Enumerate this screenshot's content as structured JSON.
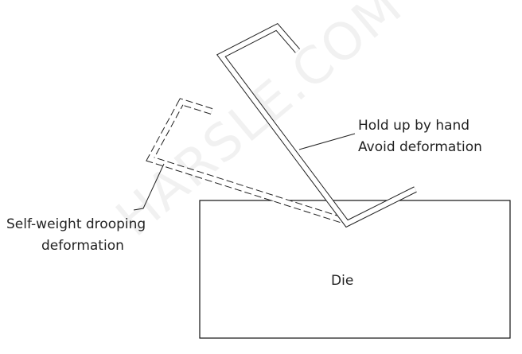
{
  "labels": {
    "hold_line1": "Hold up by hand",
    "hold_line2": "Avoid deformation",
    "self_line1": "Self-weight drooping",
    "self_line2": "deformation",
    "die": "Die"
  },
  "watermark": "HARSLE.COM"
}
